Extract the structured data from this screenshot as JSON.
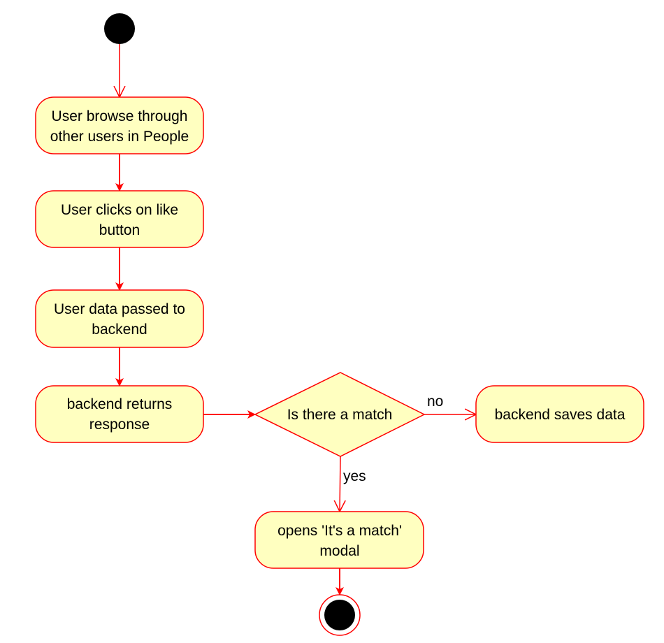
{
  "colors": {
    "node_fill": "#ffffc0",
    "stroke": "#ff0000",
    "terminal": "#000000",
    "background": "#ffffff"
  },
  "nodes": {
    "browse": {
      "line1": "User browse through",
      "line2": "other users in People"
    },
    "like": {
      "line1": "User clicks on like",
      "line2": "button"
    },
    "pass": {
      "line1": "User data passed to",
      "line2": "backend"
    },
    "response": {
      "line1": "backend returns",
      "line2": "response"
    },
    "decision": {
      "label": "Is there a match"
    },
    "save": {
      "label": "backend saves data"
    },
    "modal": {
      "line1": "opens 'It's a match'",
      "line2": "modal"
    }
  },
  "edges": {
    "no_label": "no",
    "yes_label": "yes"
  }
}
